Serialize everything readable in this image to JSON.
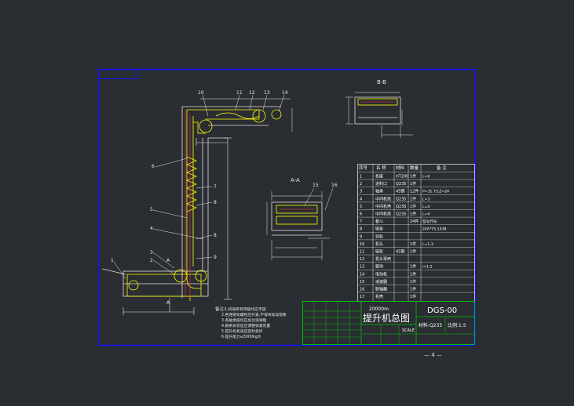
{
  "section_aa": {
    "title": "A-A"
  },
  "section_bb": {
    "title": "B-B"
  },
  "main_view": {
    "callouts": [
      "1",
      "2",
      "3",
      "4",
      "5",
      "6",
      "7",
      "8",
      "9",
      "10",
      "11",
      "12",
      "13",
      "14"
    ],
    "section_mark": "A"
  },
  "parts_table": {
    "headers": [
      "序号",
      "名 称",
      "材料",
      "数量",
      "备  注"
    ],
    "rows": [
      [
        "1",
        "机座",
        "HT200",
        "1件",
        "L=6"
      ],
      [
        "2",
        "进料口",
        "Q235",
        "1件",
        ""
      ],
      [
        "3",
        "轴承",
        "45钢",
        "12件",
        "P=31.75,Z=24"
      ],
      [
        "4",
        "中间机壳",
        "Q235",
        "1件",
        "L=3"
      ],
      [
        "5",
        "中间机壳",
        "Q235",
        "1件",
        "L=4"
      ],
      [
        "6",
        "中间机壳",
        "Q235",
        "1件",
        "L=4"
      ],
      [
        "7",
        "畚斗",
        "",
        "24件",
        "型号代号"
      ],
      [
        "8",
        "链条",
        "",
        "",
        "24A*75-1438"
      ],
      [
        "9",
        "导轨",
        "",
        "",
        ""
      ],
      [
        "10",
        "机头",
        "",
        "1件",
        "L=1.3"
      ],
      [
        "11",
        "链轮",
        "45钢",
        "1件",
        ""
      ],
      [
        "12",
        "机头罩壳",
        "",
        "",
        ""
      ],
      [
        "13",
        "驱动",
        "",
        "1件",
        "i=1:2"
      ],
      [
        "14",
        "电动机",
        "",
        "1件",
        ""
      ],
      [
        "15",
        "减速器",
        "",
        "1件",
        ""
      ],
      [
        "16",
        "联轴器",
        "",
        "1件",
        ""
      ],
      [
        "17",
        "机壳",
        "",
        "1件",
        ""
      ]
    ]
  },
  "title_block": {
    "drawing_number": "DGS-00",
    "title": "提升机总图",
    "material_label": "材料:Q235",
    "scale_label": "比例:1:5",
    "scale_word": "SCALE",
    "length_note": "20000m"
  },
  "notes": {
    "heading": "备注:",
    "lines": [
      "1.机壳所有焊缝均应牢固",
      "2.各连接处螺栓应拧紧,不得有松动现象",
      "3.各轴承座均应加注润滑脂",
      "4.链条安装后应调整张紧装置",
      "5.提升机机壳应密封良好",
      "6.提升能力≤3000kg/h"
    ]
  },
  "sheet": {
    "page_number": "— 4 —"
  },
  "colors": {
    "background": "#2a2d32",
    "border": "#1414ff",
    "frame": "#e0e0e0",
    "chain": "#ffff00",
    "dimension": "#e8e8e8"
  }
}
